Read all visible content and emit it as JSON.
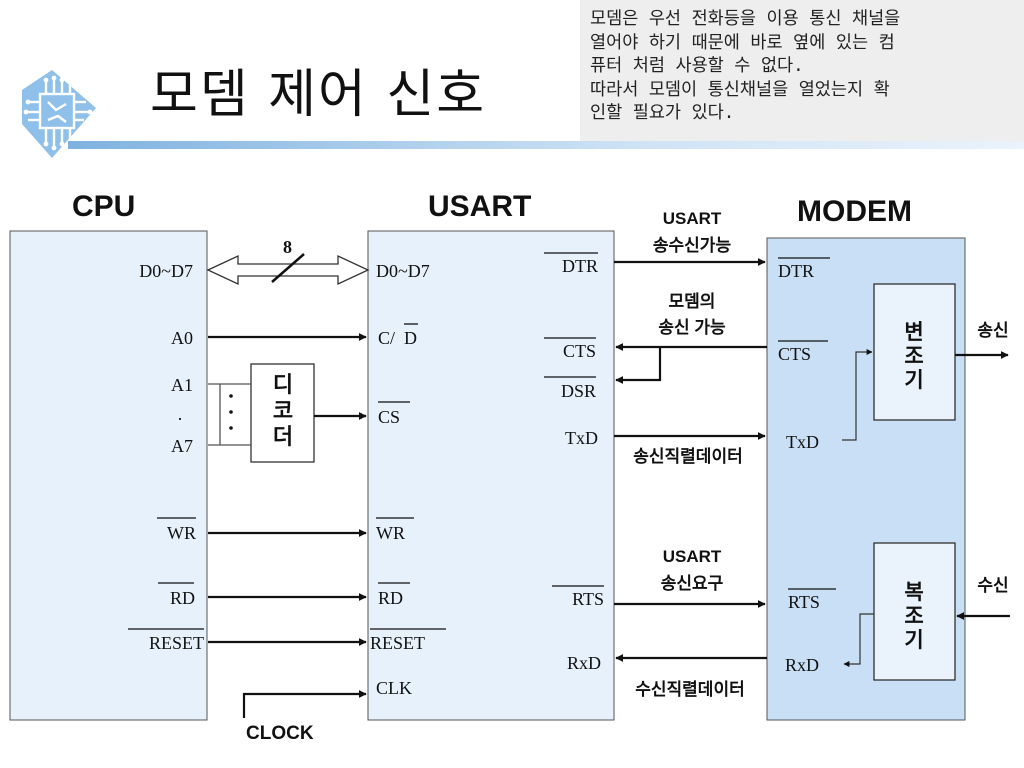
{
  "slide": {
    "title": "모뎀 제어 신호",
    "note_lines": [
      "모뎀은 우선 전화등을 이용 통신 채널을",
      "열어야 하기 때문에 바로 옆에 있는 컴",
      "퓨터 처럼 사용할 수 없다.",
      "따라서  모뎀이 통신채널을 열었는지 확",
      "인할 필요가 있다."
    ]
  },
  "diagram": {
    "blocks": {
      "cpu": "CPU",
      "usart": "USART",
      "modem": "MODEM"
    },
    "cpu_pins": {
      "d0d7": "D0~D7",
      "a0": "A0",
      "a1": "A1",
      "dot": ".",
      "a7": "A7",
      "wr": "WR",
      "rd": "RD",
      "reset": "RESET"
    },
    "usart_left_pins": {
      "d0d7": "D0~D7",
      "cd_c": "C/",
      "cd_d": "D",
      "cs": "CS",
      "wr": "WR",
      "rd": "RD",
      "reset": "RESET",
      "clk": "CLK"
    },
    "usart_right_pins": {
      "dtr": "DTR",
      "cts": "CTS",
      "dsr": "DSR",
      "txd": "TxD",
      "rts": "RTS",
      "rxd": "RxD"
    },
    "modem_pins": {
      "dtr": "DTR",
      "cts": "CTS",
      "txd": "TxD",
      "rts": "RTS",
      "rxd": "RxD"
    },
    "decoder": [
      "디",
      "코",
      "더"
    ],
    "modulator": [
      "변",
      "조",
      "기"
    ],
    "demodulator": [
      "복",
      "조",
      "기"
    ],
    "bus_width": "8",
    "clock": "CLOCK",
    "labels": {
      "usart_ready_1": "USART",
      "usart_ready_2": "송수신가능",
      "modem_ready_1": "모뎀의",
      "modem_ready_2": "송신 가능",
      "tx_serial": "송신직렬데이터",
      "usart_req_1": "USART",
      "usart_req_2": "송신요구",
      "rx_serial": "수신직렬데이터",
      "send": "송신",
      "receive": "수신"
    },
    "colors": {
      "cpu_fill": "#e6f1fb",
      "usart_fill": "#e6f1fb",
      "modem_fill": "#c8dff5",
      "inner_fill": "#eaf3fb",
      "line": "#111111"
    }
  }
}
